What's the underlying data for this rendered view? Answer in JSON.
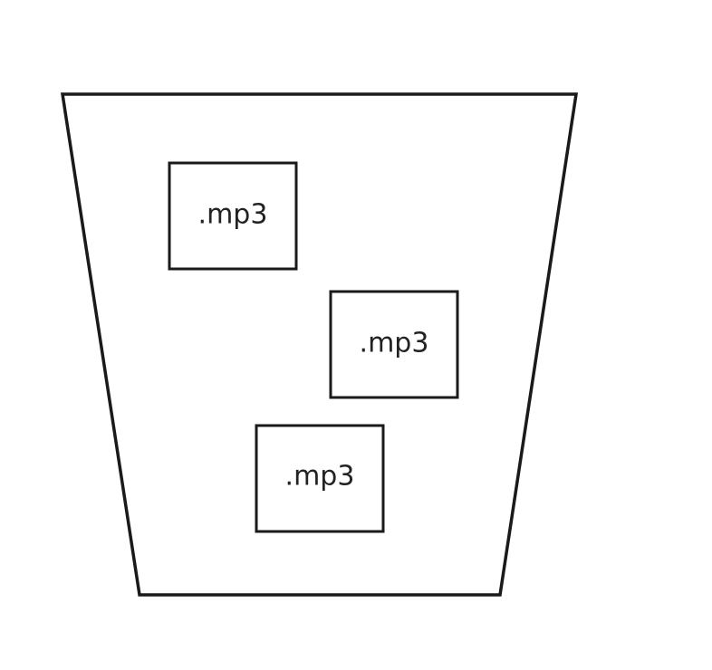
{
  "bucket": {
    "files": [
      {
        "label": ".mp3"
      },
      {
        "label": ".mp3"
      },
      {
        "label": ".mp3"
      }
    ]
  },
  "colors": {
    "stroke": "#1a1a1a",
    "text": "#222222",
    "background": "#ffffff"
  }
}
